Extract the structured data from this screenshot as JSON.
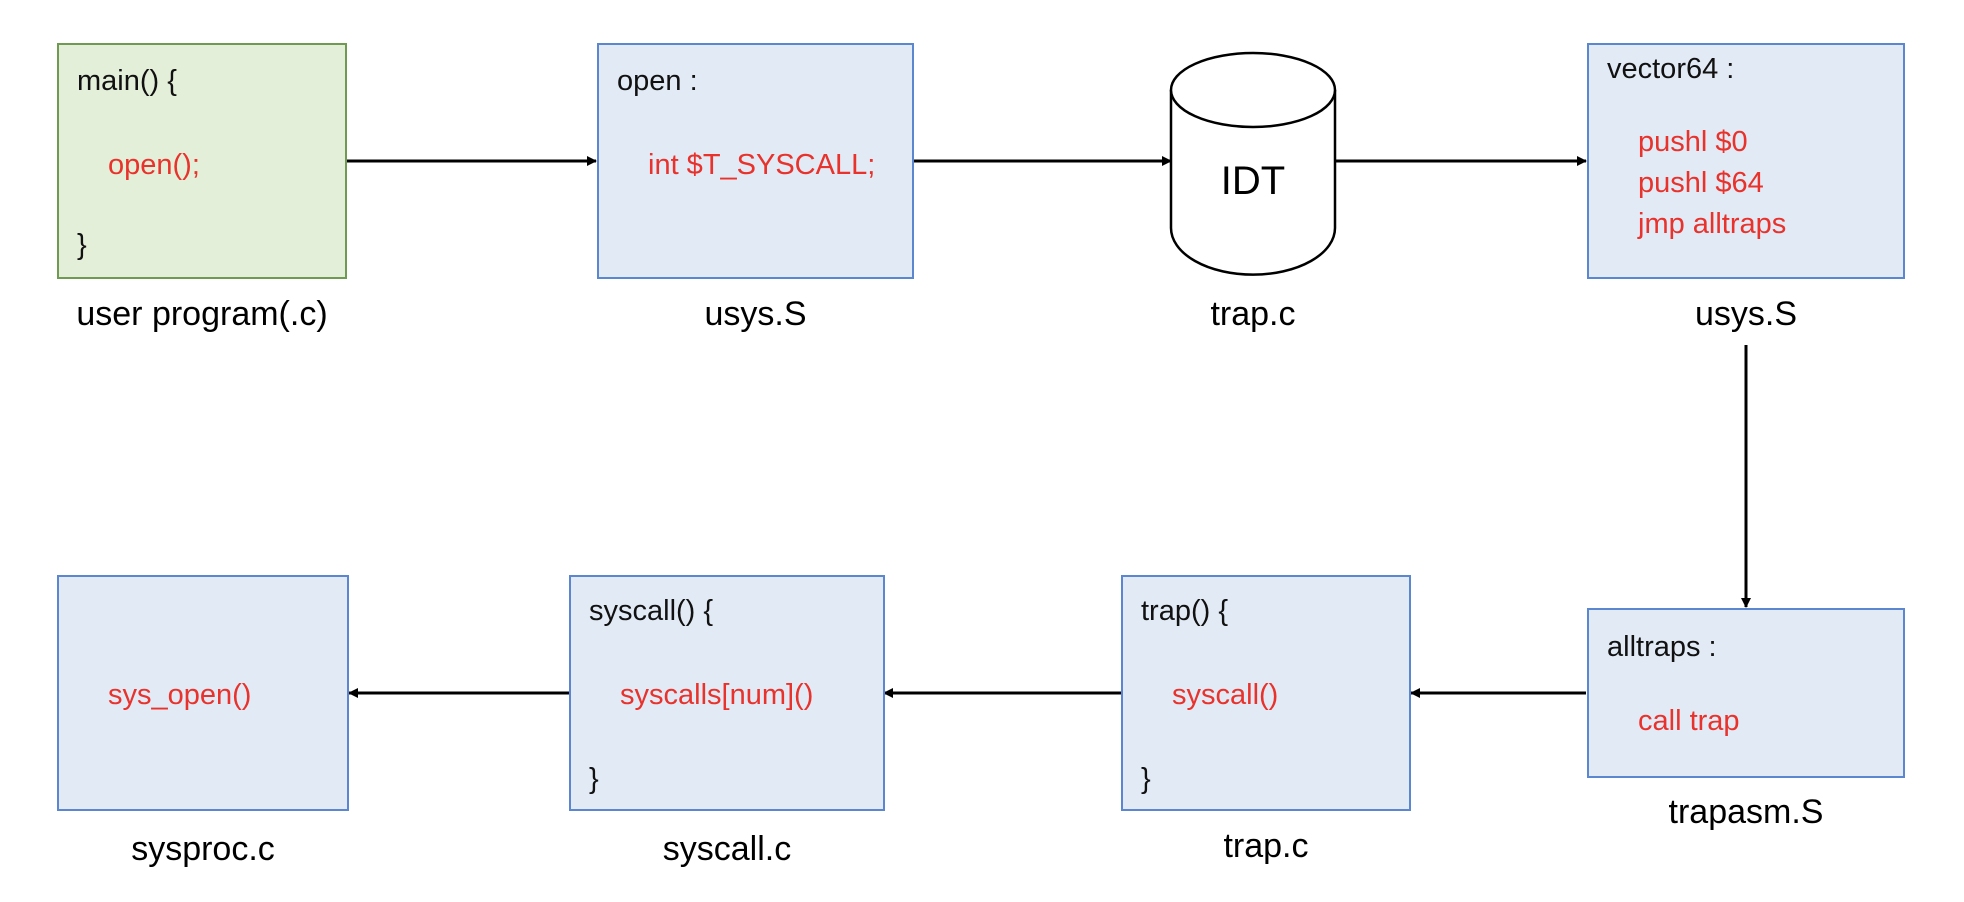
{
  "colors": {
    "box_fill": "#e1eaf5",
    "box_border": "#5b86d0",
    "green_fill": "#e3efd9",
    "green_border": "#6f9a52",
    "code_red": "#e8322b"
  },
  "nodes": {
    "user_program": {
      "lines": [
        "main() {",
        "open();",
        "}"
      ],
      "caption": "user program(.c)"
    },
    "usys_open": {
      "lines": [
        "open :",
        "int $T_SYSCALL;"
      ],
      "caption": "usys.S"
    },
    "idt": {
      "label": "IDT",
      "caption": "trap.c"
    },
    "usys_vector": {
      "lines": [
        "vector64 :",
        "pushl $0",
        "pushl $64",
        "jmp alltraps"
      ],
      "caption": "usys.S"
    },
    "trapasm": {
      "lines": [
        "alltraps :",
        "call trap"
      ],
      "caption": "trapasm.S"
    },
    "trap": {
      "lines": [
        "trap() {",
        "syscall()",
        "}"
      ],
      "caption": "trap.c"
    },
    "syscall": {
      "lines": [
        "syscall() {",
        "syscalls[num]()",
        "}"
      ],
      "caption": "syscall.c"
    },
    "sysproc": {
      "lines": [
        "sys_open()"
      ],
      "caption": "sysproc.c"
    }
  }
}
